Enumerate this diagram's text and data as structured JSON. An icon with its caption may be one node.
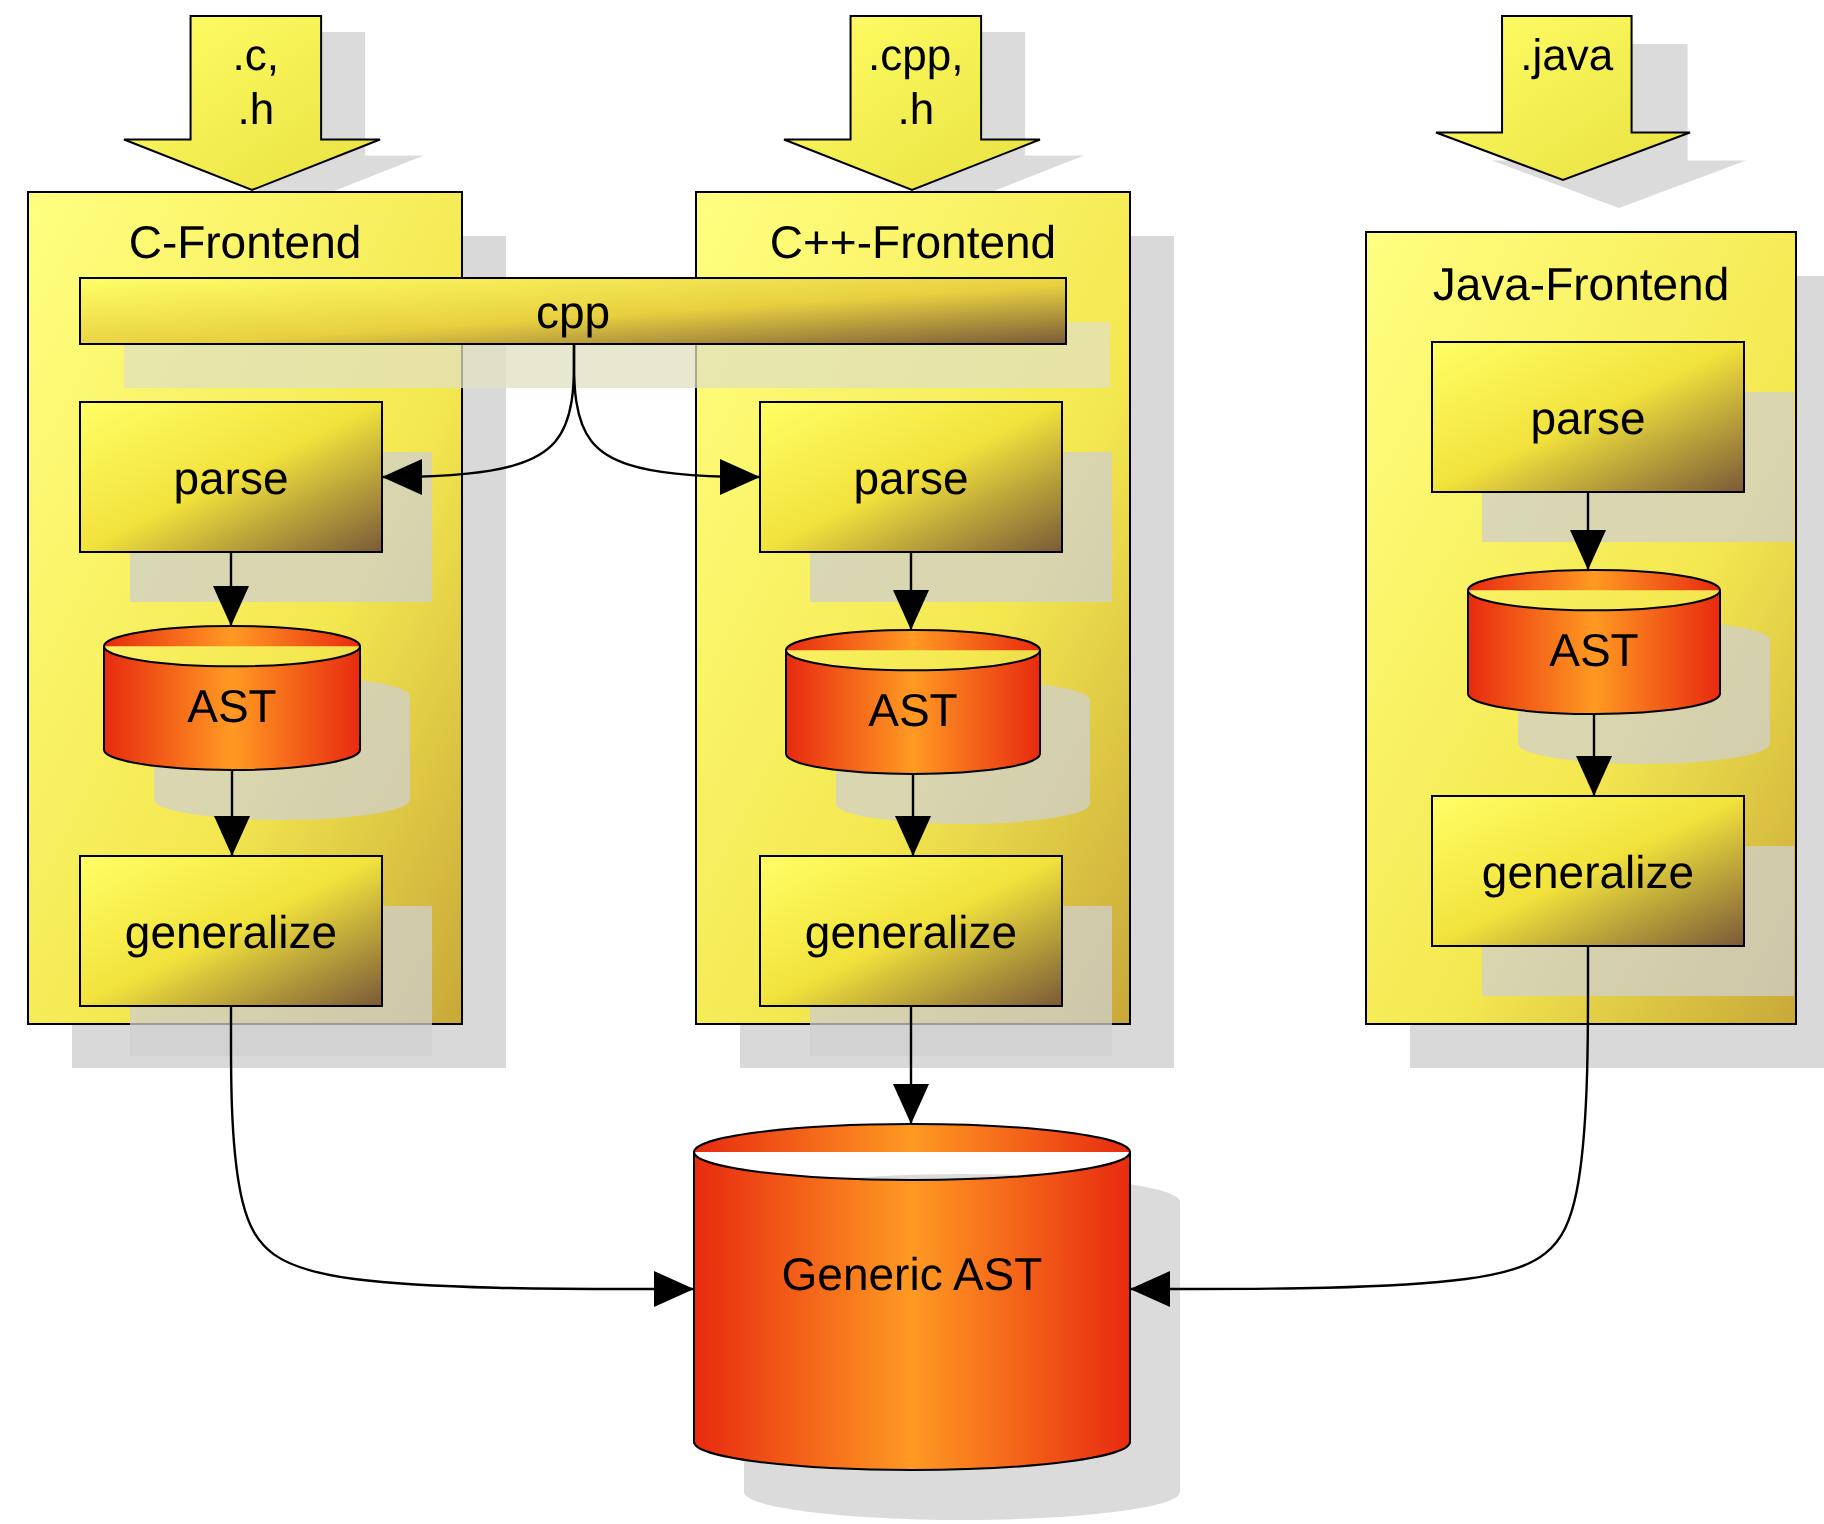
{
  "diagram": {
    "nodes": [
      {
        "text": [
          ".c, .h"
        ]
      },
      {
        "text": [
          "C-Frontend"
        ]
      },
      {
        "text": [
          "parse"
        ],
        "in": 1
      },
      {
        "text": [
          "AST"
        ],
        "in": 1
      },
      {
        "text": [
          "generalize"
        ],
        "in": 1
      },
      {
        "text": [
          ".cpp, .h"
        ]
      },
      {
        "text": [
          "C++-Frontend"
        ]
      },
      {
        "text": [
          "parse"
        ],
        "in": 6
      },
      {
        "text": [
          "AST"
        ],
        "in": 6
      },
      {
        "text": [
          "generalize"
        ],
        "in": 6
      },
      {
        "text": [
          "cpp"
        ]
      },
      {
        "text": [
          ".java"
        ]
      },
      {
        "text": [
          "Java-Frontend"
        ]
      },
      {
        "text": [
          "parse"
        ],
        "in": 12
      },
      {
        "text": [
          "AST"
        ],
        "in": 12
      },
      {
        "text": [
          "generalize"
        ],
        "in": 12
      },
      {
        "text": [
          "Generic AST"
        ]
      }
    ],
    "edges": [
      {
        "from": 10,
        "to": 2,
        "arrow": "to"
      },
      {
        "from": 10,
        "to": 7,
        "arrow": "to"
      },
      {
        "from": 2,
        "to": 3,
        "arrow": "to"
      },
      {
        "from": 3,
        "to": 4,
        "arrow": "to"
      },
      {
        "from": 7,
        "to": 8,
        "arrow": "to"
      },
      {
        "from": 8,
        "to": 9,
        "arrow": "to"
      },
      {
        "from": 13,
        "to": 14,
        "arrow": "to"
      },
      {
        "from": 14,
        "to": 15,
        "arrow": "to"
      },
      {
        "from": 4,
        "to": 16,
        "arrow": "to"
      },
      {
        "from": 9,
        "to": 16,
        "arrow": "to"
      },
      {
        "from": 15,
        "to": 16,
        "arrow": "to"
      }
    ]
  }
}
